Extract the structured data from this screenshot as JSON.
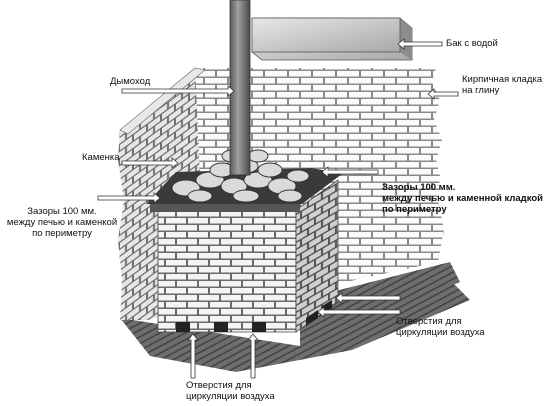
{
  "labels": {
    "water_tank": "Бак с водой",
    "brick_wall_l1": "Кирпичная кладка",
    "brick_wall_l2": "на глину",
    "chimney": "Дымоход",
    "stone_box": "Каменка",
    "gap_left_l1": "Зазоры 100 мм.",
    "gap_left_l2": "между печью и каменкой",
    "gap_left_l3": "по периметру",
    "gap_right_l1": "Зазоры 100 мм.",
    "gap_right_l2": "между печью и каменной кладкой",
    "gap_right_l3": "по периметру",
    "vents_right_l1": "Отверстия для",
    "vents_right_l2": "циркуляции воздуха",
    "vents_bottom_l1": "Отверстия для",
    "vents_bottom_l2": "циркуляции воздуха"
  },
  "colors": {
    "brick_fill": "#ffffff",
    "mortar": "#6e6e6e",
    "ground": "#5a5a5a",
    "tank": "#c8c8c8",
    "chimney": "#808080",
    "stones": "#d8d8d8",
    "arrow": "#ffffff"
  }
}
